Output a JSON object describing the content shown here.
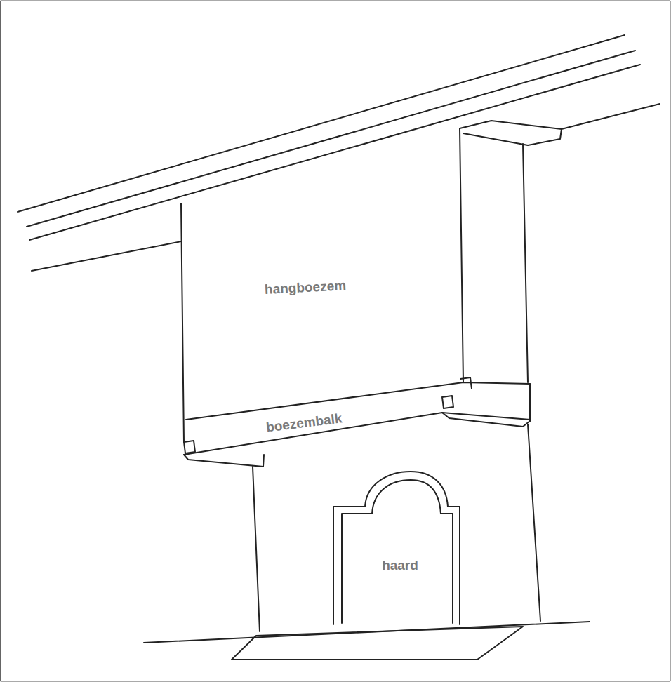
{
  "diagram": {
    "labels": [
      "hangboezem",
      "boezembalk",
      "haard"
    ]
  }
}
